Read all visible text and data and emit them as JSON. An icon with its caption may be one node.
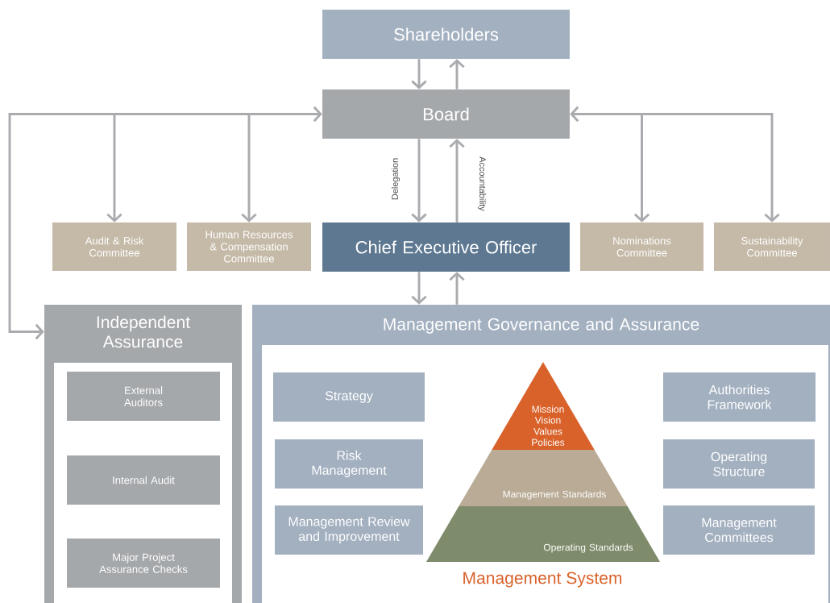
{
  "diagram": {
    "nodes": [
      {
        "text": [
          "Shareholders"
        ]
      },
      {
        "text": [
          "Board"
        ]
      },
      {
        "text": [
          "Audit & Risk Committee"
        ]
      },
      {
        "text": [
          "Human Resources & Compensation Committee"
        ]
      },
      {
        "text": [
          "Chief Executive Officer"
        ]
      },
      {
        "text": [
          "Nominations Committee"
        ]
      },
      {
        "text": [
          "Sustainability Committee"
        ]
      },
      {
        "text": [
          "Independent Assurance"
        ]
      },
      {
        "text": [
          "External Auditors"
        ],
        "in": 7
      },
      {
        "text": [
          "Internal Audit"
        ],
        "in": 7
      },
      {
        "text": [
          "Major Project Assurance Checks"
        ],
        "in": 7
      },
      {
        "text": [
          "Management Governance and Assurance"
        ]
      },
      {
        "text": [
          "Strategy"
        ],
        "in": 11
      },
      {
        "text": [
          "Risk Management"
        ],
        "in": 11
      },
      {
        "text": [
          "Management Review and Improvement"
        ],
        "in": 11
      },
      {
        "text": [
          "Mission Vision Values Policies"
        ],
        "in": 11
      },
      {
        "text": [
          "Management Standards"
        ],
        "in": 11
      },
      {
        "text": [
          "Operating Standards"
        ],
        "in": 11
      },
      {
        "text": [
          "Authorities Framework"
        ],
        "in": 11
      },
      {
        "text": [
          "Operating Structure"
        ],
        "in": 11
      },
      {
        "text": [
          "Management Committees"
        ],
        "in": 11
      }
    ],
    "edges": [
      {
        "from": 0,
        "to": 1,
        "arrow": "to"
      },
      {
        "from": 1,
        "to": 0,
        "arrow": "to"
      },
      {
        "from": 1,
        "to": 4,
        "arrow": "to",
        "label": "Delegation"
      },
      {
        "from": 4,
        "to": 1,
        "arrow": "to",
        "label": "Accountability"
      },
      {
        "from": 7,
        "to": 1,
        "arrow": "both"
      },
      {
        "from": 2,
        "to": 1,
        "arrow": "both"
      },
      {
        "from": 3,
        "to": 1,
        "arrow": "both"
      },
      {
        "from": 5,
        "to": 1,
        "arrow": "both"
      },
      {
        "from": 6,
        "to": 1,
        "arrow": "both"
      },
      {
        "from": 4,
        "to": 11,
        "arrow": "to"
      },
      {
        "from": 11,
        "to": 4,
        "arrow": "to"
      }
    ],
    "labels": [
      "Management System"
    ]
  }
}
